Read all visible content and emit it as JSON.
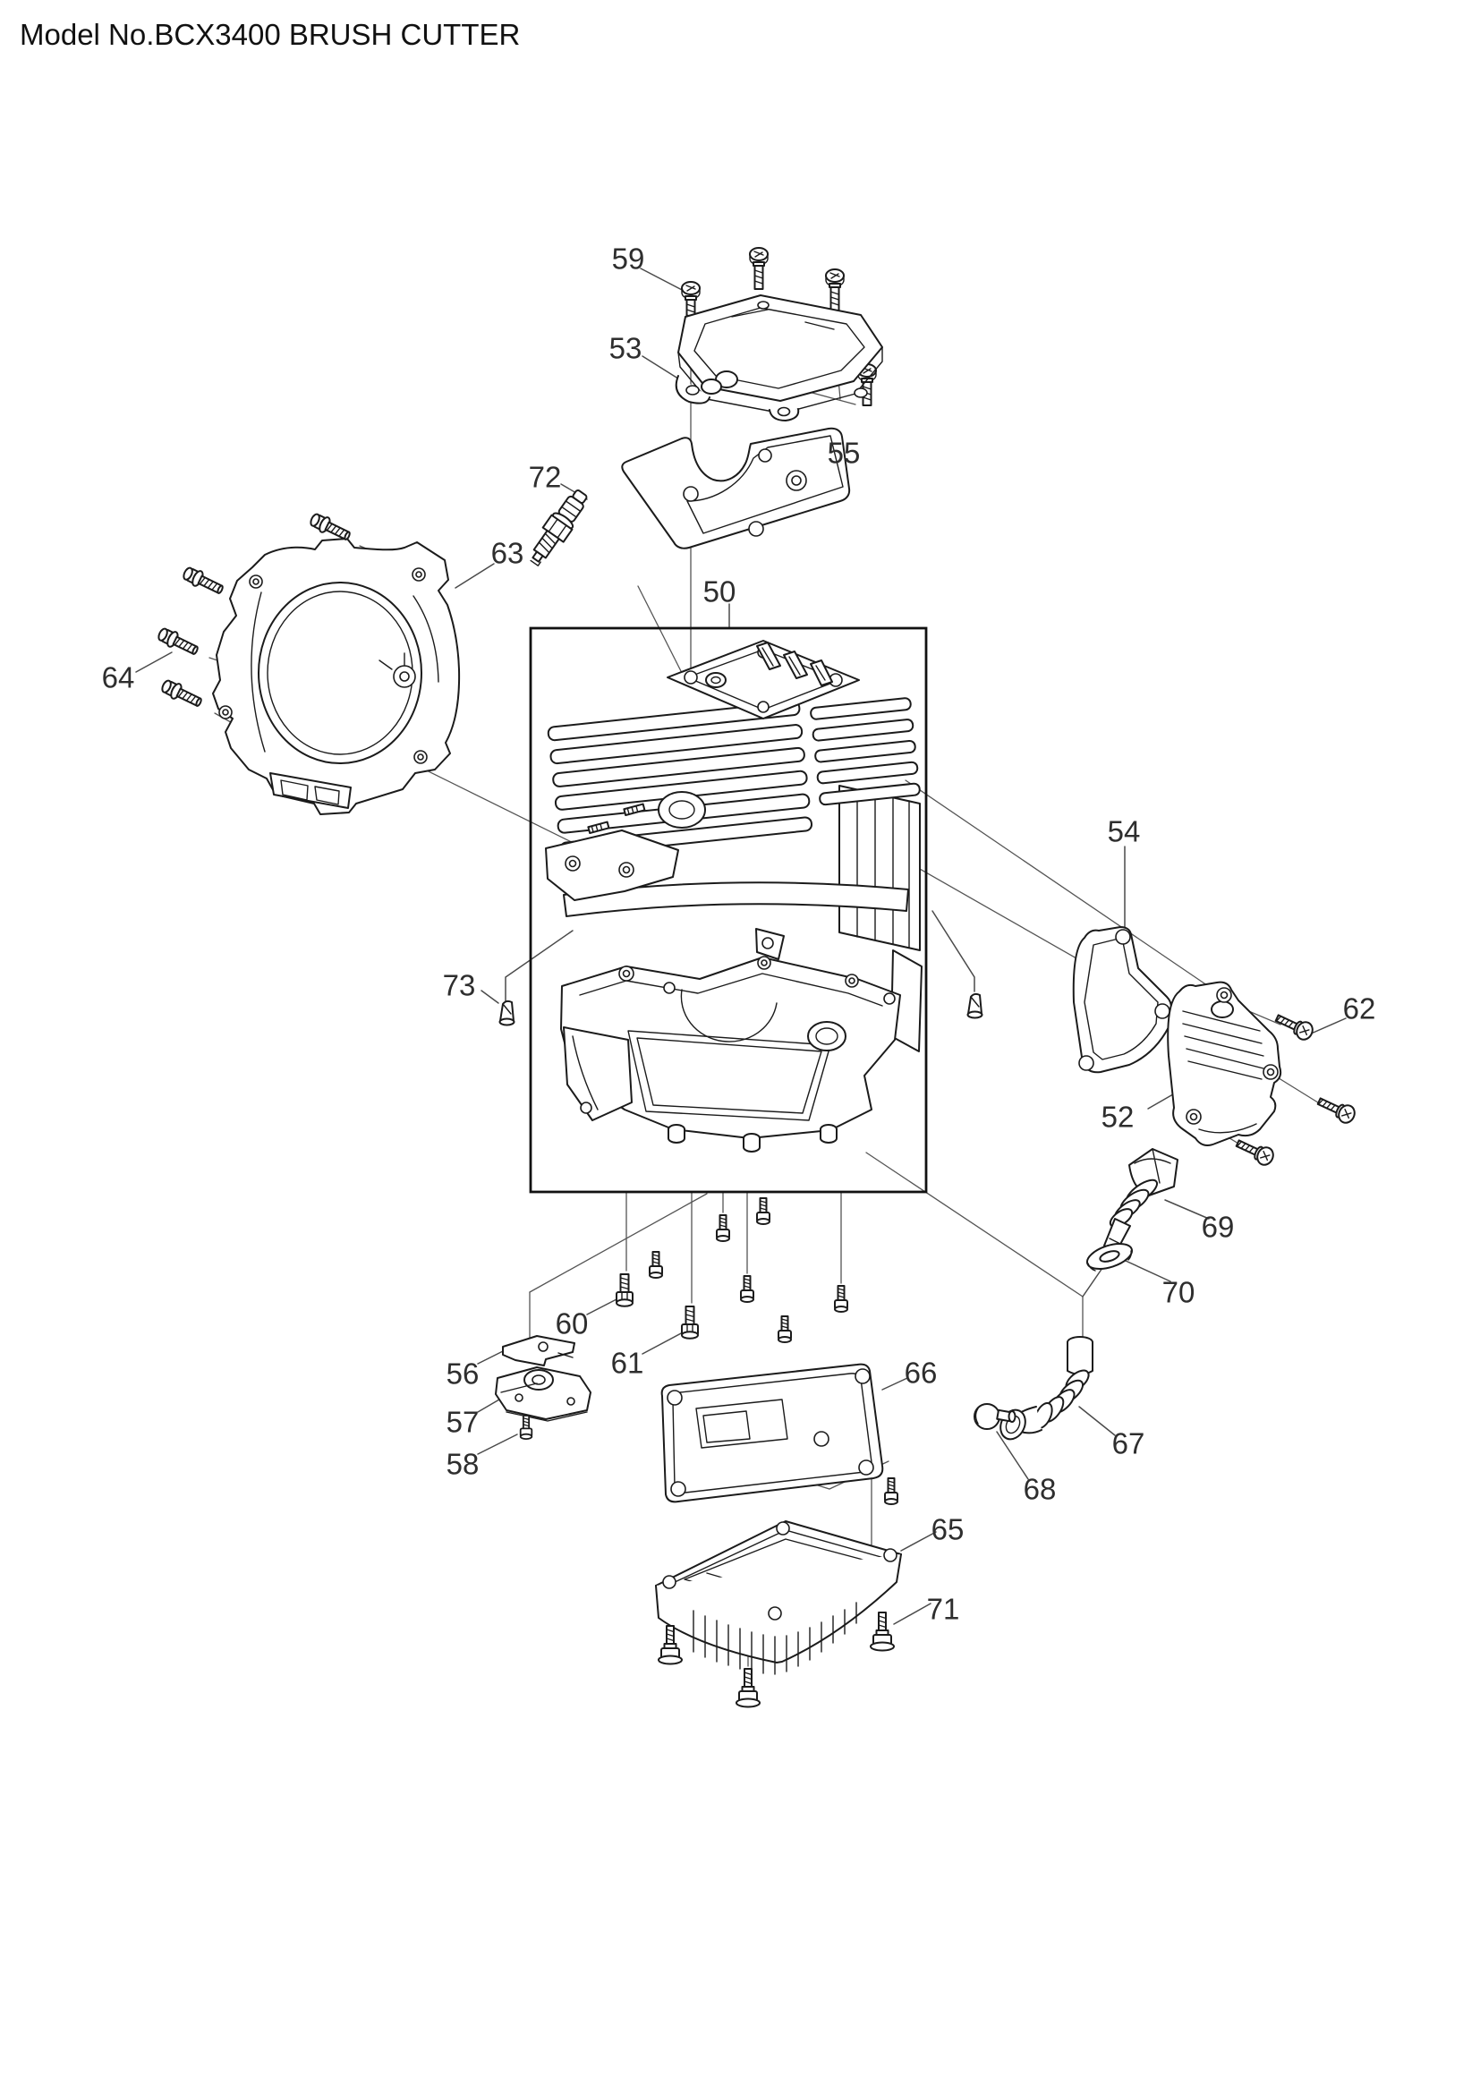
{
  "title": "Model No.BCX3400 BRUSH CUTTER",
  "colors": {
    "background": "#ffffff",
    "line": "#1b1b1b",
    "leader": "#4a4a4a",
    "label": "#2e2e2e"
  },
  "callouts": [
    {
      "text": "59"
    },
    {
      "text": "53"
    },
    {
      "text": "55"
    },
    {
      "text": "72"
    },
    {
      "text": "63"
    },
    {
      "text": "64"
    },
    {
      "text": "50"
    },
    {
      "text": "73"
    },
    {
      "text": "54"
    },
    {
      "text": "62"
    },
    {
      "text": "52"
    },
    {
      "text": "69"
    },
    {
      "text": "70"
    },
    {
      "text": "60"
    },
    {
      "text": "61"
    },
    {
      "text": "56"
    },
    {
      "text": "57"
    },
    {
      "text": "58"
    },
    {
      "text": "66"
    },
    {
      "text": "67"
    },
    {
      "text": "68"
    },
    {
      "text": "65"
    },
    {
      "text": "71"
    }
  ]
}
